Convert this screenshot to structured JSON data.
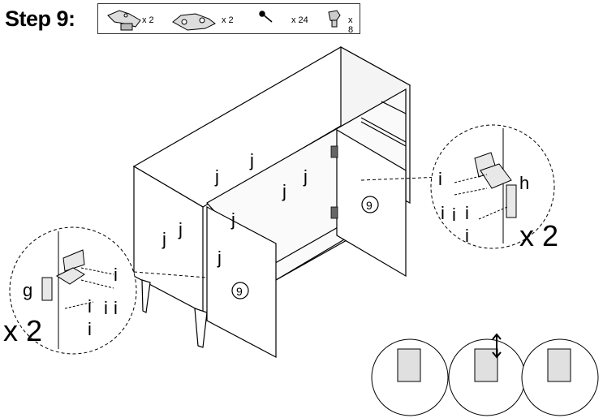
{
  "step": {
    "title": "Step 9:"
  },
  "parts": [
    {
      "icon": "hinge-icon",
      "qty": "x 2"
    },
    {
      "icon": "hinge-plate-icon",
      "qty": "x 2"
    },
    {
      "icon": "screw-icon",
      "qty": "x 24"
    },
    {
      "icon": "bracket-icon",
      "qty": "x 8"
    }
  ],
  "labels": {
    "j": "j",
    "i": "i",
    "h": "h",
    "g": "g",
    "door_number": "9",
    "multiplier": "x 2"
  }
}
